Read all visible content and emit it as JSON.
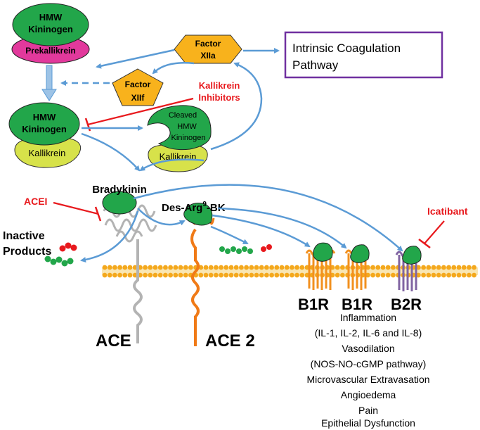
{
  "colors": {
    "green": "#22a64a",
    "pink": "#e2399c",
    "yellow": "#d7e24a",
    "orange_factor": "#f8b21c",
    "arrow_blue": "#5b9bd5",
    "inhibit_red": "#e8191d",
    "membrane_orange": "#f4a81c",
    "receptor_orange": "#f2901e",
    "ace2_orange": "#f07a17",
    "ace_gray": "#b3b3b3",
    "b2r_purple": "#8064a2",
    "pathway_border": "#7030a0"
  },
  "molecules": {
    "hmw_kininogen_top": [
      "HMW",
      "Kininogen"
    ],
    "prekallikrein": "Prekallikrein",
    "factor_xiia": [
      "Factor",
      "XIIa"
    ],
    "factor_xiif": [
      "Factor",
      "XIIf"
    ],
    "hmw_kininogen_mid": [
      "HMW",
      "Kininogen"
    ],
    "kallikrein_left": "Kallikrein",
    "cleaved_kininogen": [
      "Cleaved",
      "HMW",
      "Kininogen"
    ],
    "kallikrein_right": "Kallikrein"
  },
  "pathway_box": [
    "Intrinsic Coagulation",
    "Pathway"
  ],
  "inhibitors": {
    "kallikrein_inhibitors": [
      "Kallikrein",
      "Inhibitors"
    ],
    "acei": "ACEI",
    "icatibant": "Icatibant"
  },
  "peptides": {
    "bradykinin": "Bradykinin",
    "des_arg_bk": {
      "prefix": "Des-Arg",
      "superscript": "9",
      "suffix": "-BK"
    },
    "inactive_products": [
      "Inactive",
      "Products"
    ]
  },
  "enzymes": {
    "ace": "ACE",
    "ace2": "ACE 2"
  },
  "receptors": {
    "b1r_first": "B1R",
    "b1r_second": "B1R",
    "b2r": "B2R"
  },
  "effects": [
    "Inflammation",
    "(IL-1, IL-2, IL-6 and IL-8)",
    "Vasodilation",
    "(NOS-NO-cGMP pathway)",
    "Microvascular Extravasation",
    "Angioedema",
    "Pain",
    "Epithelial Dysfunction"
  ]
}
